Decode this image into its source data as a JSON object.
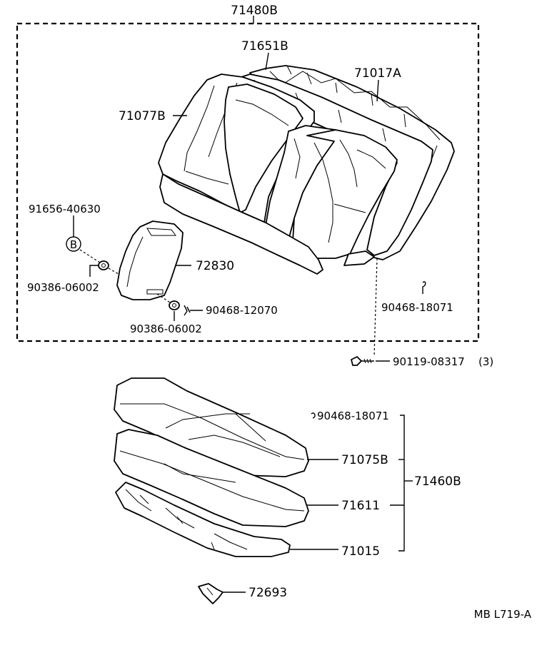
{
  "diagram": {
    "labels": {
      "assembly_back": "71480B",
      "back_frame_cover": "71651B",
      "back_frame": "71017A",
      "back_cover": "71077B",
      "clip_symbol_code": "91656-40630",
      "clip_symbol": "B",
      "nut_left": "90386-06002",
      "armrest": "72830",
      "clip_armrest": "90468-12070",
      "nut_bottom": "90386-06002",
      "clip_back": "90468-18071",
      "bolt": "90119-08317",
      "bolt_qty": "(3)",
      "clip_cushion": "90468-18071",
      "cushion_cover": "71075B",
      "cushion_pad": "71611",
      "cushion_frame": "71015",
      "assembly_cushion": "71460B",
      "hook": "72693",
      "drawing_code": "MB L719-A"
    }
  }
}
